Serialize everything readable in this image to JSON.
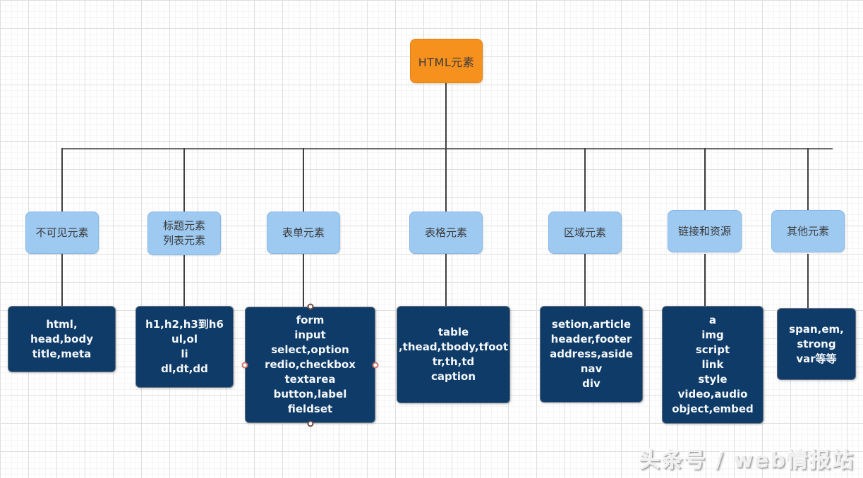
{
  "root": {
    "label": "HTML元素"
  },
  "branches": [
    {
      "category": "不可见元素",
      "items": "html,\nhead,body\ntitle,meta"
    },
    {
      "category": "标题元素\n列表元素",
      "items": "h1,h2,h3到h6\nul,ol\nli\ndl,dt,dd"
    },
    {
      "category": "表单元素",
      "items": "form\ninput\nselect,option\nredio,checkbox\ntextarea\nbutton,label\nfieldset"
    },
    {
      "category": "表格元素",
      "items": "table\n,thead,tbody,tfoot\ntr,th,td\ncaption"
    },
    {
      "category": "区域元素",
      "items": "setion,article\nheader,footer\naddress,aside\nnav\ndiv"
    },
    {
      "category": "链接和资源",
      "items": "a\nimg\nscript\nlink\nstyle\nvideo,audio\nobject,embed"
    },
    {
      "category": "其他元素",
      "items": "span,em,\nstrong\nvar等等"
    }
  ],
  "watermark": "头条号 / web情报站",
  "colors": {
    "root_fill": "#f7911e",
    "category_fill": "#9ecaf2",
    "leaf_fill": "#0e3b68",
    "connector": "#3f3f3f",
    "handle_border": "#c9746a"
  }
}
